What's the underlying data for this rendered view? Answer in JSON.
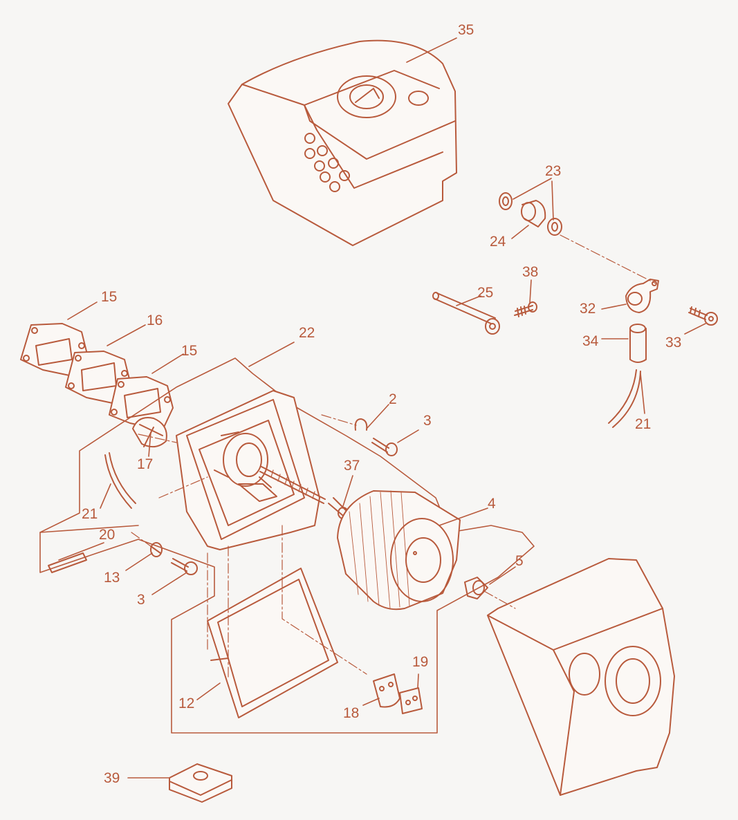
{
  "colors": {
    "line": "#b85a3c",
    "label": "#b85a3c",
    "fill": "#fbf8f5",
    "background": "#f7f6f4"
  },
  "labels": {
    "p35": "35",
    "p23": "23",
    "p24": "24",
    "p38": "38",
    "p25": "25",
    "p32": "32",
    "p33": "33",
    "p34": "34",
    "p15a": "15",
    "p16": "16",
    "p15b": "15",
    "p22": "22",
    "p2": "2",
    "p3a": "3",
    "p17": "17",
    "p37": "37",
    "p21a": "21",
    "p21b": "21",
    "p4": "4",
    "p20": "20",
    "p13": "13",
    "p3b": "3",
    "p5": "5",
    "p19": "19",
    "p12": "12",
    "p18": "18",
    "p39": "39"
  }
}
